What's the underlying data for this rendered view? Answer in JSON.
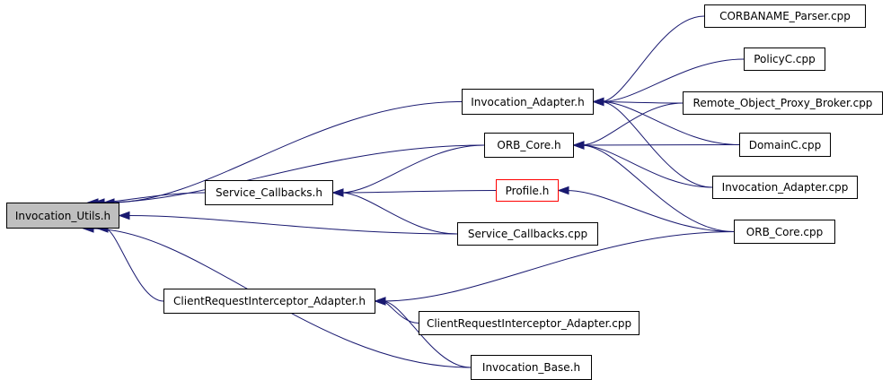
{
  "graph": {
    "title": "Invocation_Utils.h included-by graph",
    "edge_color": "#191970",
    "nodes": [
      {
        "id": "invocation_utils_h",
        "label": "Invocation_Utils.h",
        "root": true
      },
      {
        "id": "invocation_adapter_h",
        "label": "Invocation_Adapter.h"
      },
      {
        "id": "orb_core_h",
        "label": "ORB_Core.h"
      },
      {
        "id": "service_callbacks_h",
        "label": "Service_Callbacks.h"
      },
      {
        "id": "profile_h",
        "label": "Profile.h",
        "highlight": "#ff0000"
      },
      {
        "id": "service_callbacks_cpp",
        "label": "Service_Callbacks.cpp"
      },
      {
        "id": "clientrequestinterceptor_adapter_h",
        "label": "ClientRequestInterceptor_Adapter.h"
      },
      {
        "id": "clientrequestinterceptor_adapter_cpp",
        "label": "ClientRequestInterceptor_Adapter.cpp"
      },
      {
        "id": "invocation_base_h",
        "label": "Invocation_Base.h"
      },
      {
        "id": "corbaname_parser_cpp",
        "label": "CORBANAME_Parser.cpp"
      },
      {
        "id": "policyc_cpp",
        "label": "PolicyC.cpp"
      },
      {
        "id": "remote_object_proxy_broker_cpp",
        "label": "Remote_Object_Proxy_Broker.cpp"
      },
      {
        "id": "domainc_cpp",
        "label": "DomainC.cpp"
      },
      {
        "id": "invocation_adapter_cpp",
        "label": "Invocation_Adapter.cpp"
      },
      {
        "id": "orb_core_cpp",
        "label": "ORB_Core.cpp"
      }
    ],
    "edges": [
      {
        "from": "invocation_adapter_h",
        "to": "invocation_utils_h"
      },
      {
        "from": "orb_core_h",
        "to": "invocation_utils_h"
      },
      {
        "from": "service_callbacks_h",
        "to": "invocation_utils_h"
      },
      {
        "from": "service_callbacks_cpp",
        "to": "invocation_utils_h"
      },
      {
        "from": "clientrequestinterceptor_adapter_h",
        "to": "invocation_utils_h"
      },
      {
        "from": "invocation_base_h",
        "to": "invocation_utils_h"
      },
      {
        "from": "corbaname_parser_cpp",
        "to": "invocation_adapter_h"
      },
      {
        "from": "policyc_cpp",
        "to": "invocation_adapter_h"
      },
      {
        "from": "remote_object_proxy_broker_cpp",
        "to": "invocation_adapter_h"
      },
      {
        "from": "domainc_cpp",
        "to": "invocation_adapter_h"
      },
      {
        "from": "invocation_adapter_cpp",
        "to": "invocation_adapter_h"
      },
      {
        "from": "remote_object_proxy_broker_cpp",
        "to": "orb_core_h"
      },
      {
        "from": "domainc_cpp",
        "to": "orb_core_h"
      },
      {
        "from": "invocation_adapter_cpp",
        "to": "orb_core_h"
      },
      {
        "from": "orb_core_cpp",
        "to": "orb_core_h"
      },
      {
        "from": "orb_core_h",
        "to": "service_callbacks_h"
      },
      {
        "from": "profile_h",
        "to": "service_callbacks_h"
      },
      {
        "from": "service_callbacks_cpp",
        "to": "service_callbacks_h"
      },
      {
        "from": "orb_core_cpp",
        "to": "profile_h"
      },
      {
        "from": "orb_core_cpp",
        "to": "clientrequestinterceptor_adapter_h"
      },
      {
        "from": "clientrequestinterceptor_adapter_cpp",
        "to": "clientrequestinterceptor_adapter_h"
      },
      {
        "from": "invocation_base_h",
        "to": "clientrequestinterceptor_adapter_h"
      }
    ]
  }
}
